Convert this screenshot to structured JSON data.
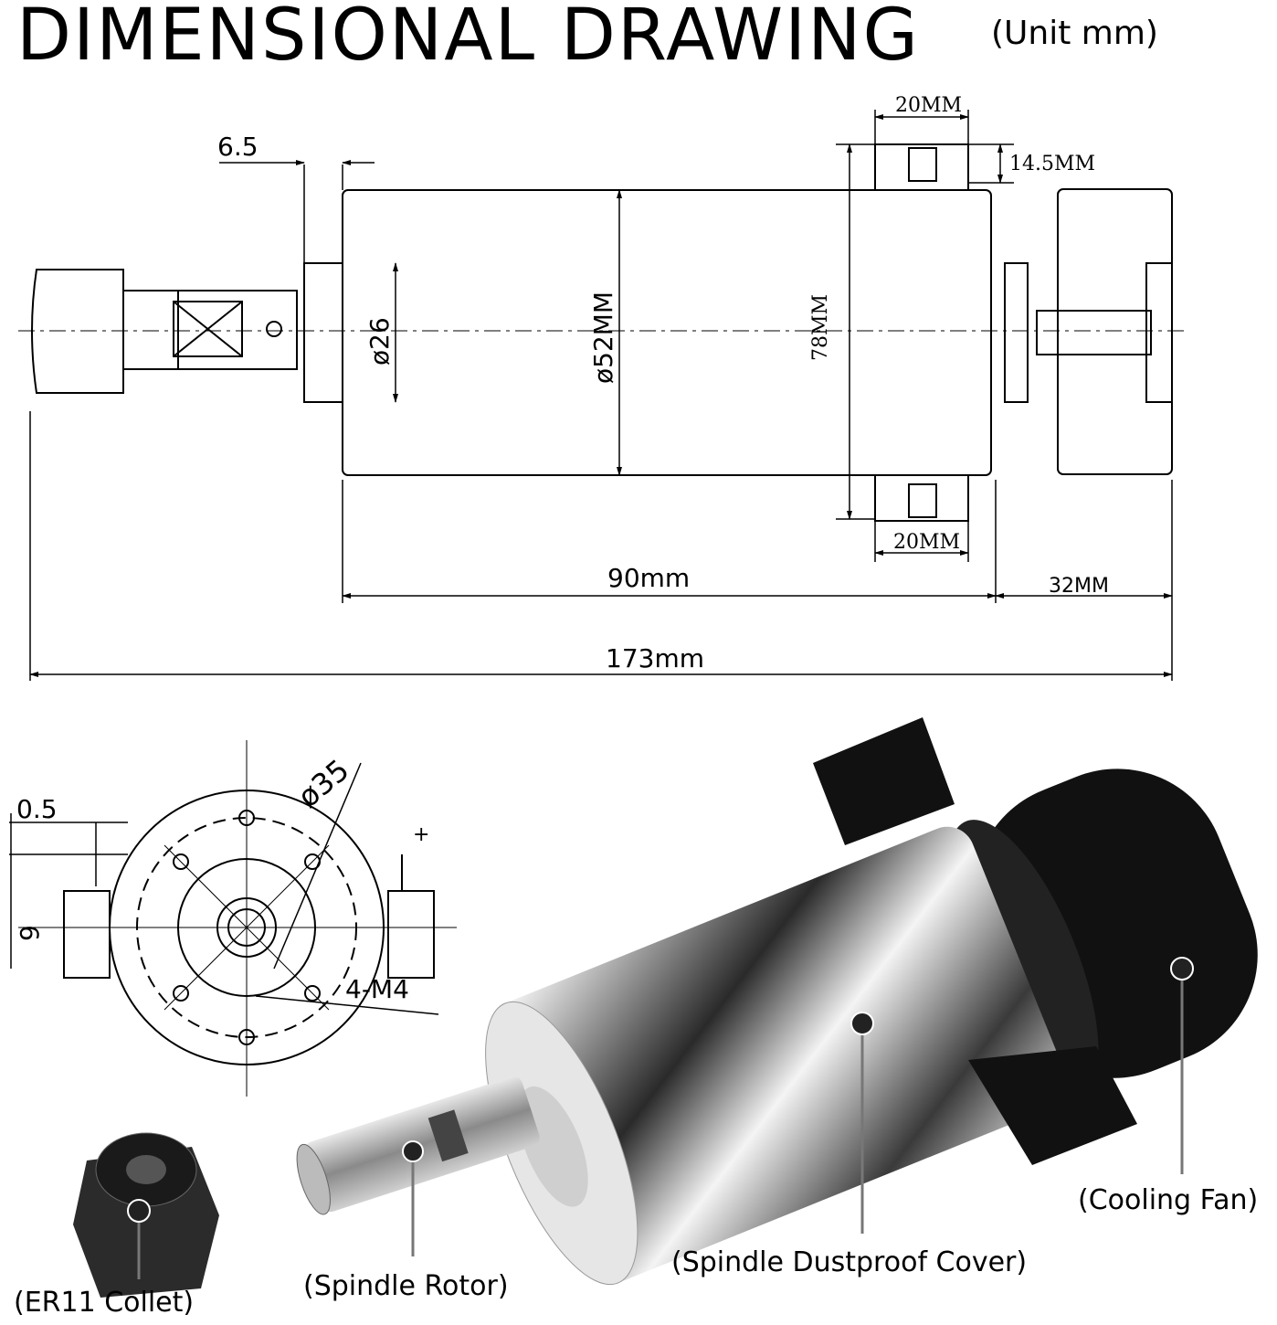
{
  "header": {
    "title": "DIMENSIONAL DRAWING",
    "unit_note": "(Unit mm)"
  },
  "side_view": {
    "dim_shaft_offset": "6.5",
    "dim_mount_width_top": "20MM",
    "dim_mount_height": "14.5MM",
    "dim_mount_width_bottom": "20MM",
    "dim_front_boss": "ø26",
    "dim_body_diameter": "ø52MM",
    "dim_mount_span": "78MM",
    "dim_body_length": "90mm",
    "dim_fan_length": "32MM",
    "dim_total_length": "173mm"
  },
  "front_view": {
    "dim_bolt_circle": "ø35",
    "dim_offset": "0.5",
    "dim_tab": "9",
    "dim_thread": "4-M4",
    "plus_mark": "+"
  },
  "callouts": {
    "cooling_fan": "(Cooling Fan)",
    "dustproof_cover": "(Spindle Dustproof Cover)",
    "spindle_rotor": "(Spindle Rotor)",
    "er11_collet": "(ER11 Collet)"
  },
  "colors": {
    "line": "#000000",
    "chrome_light": "#f2f2f2",
    "chrome_dark": "#2a2a2a",
    "fan_black": "#111111"
  }
}
